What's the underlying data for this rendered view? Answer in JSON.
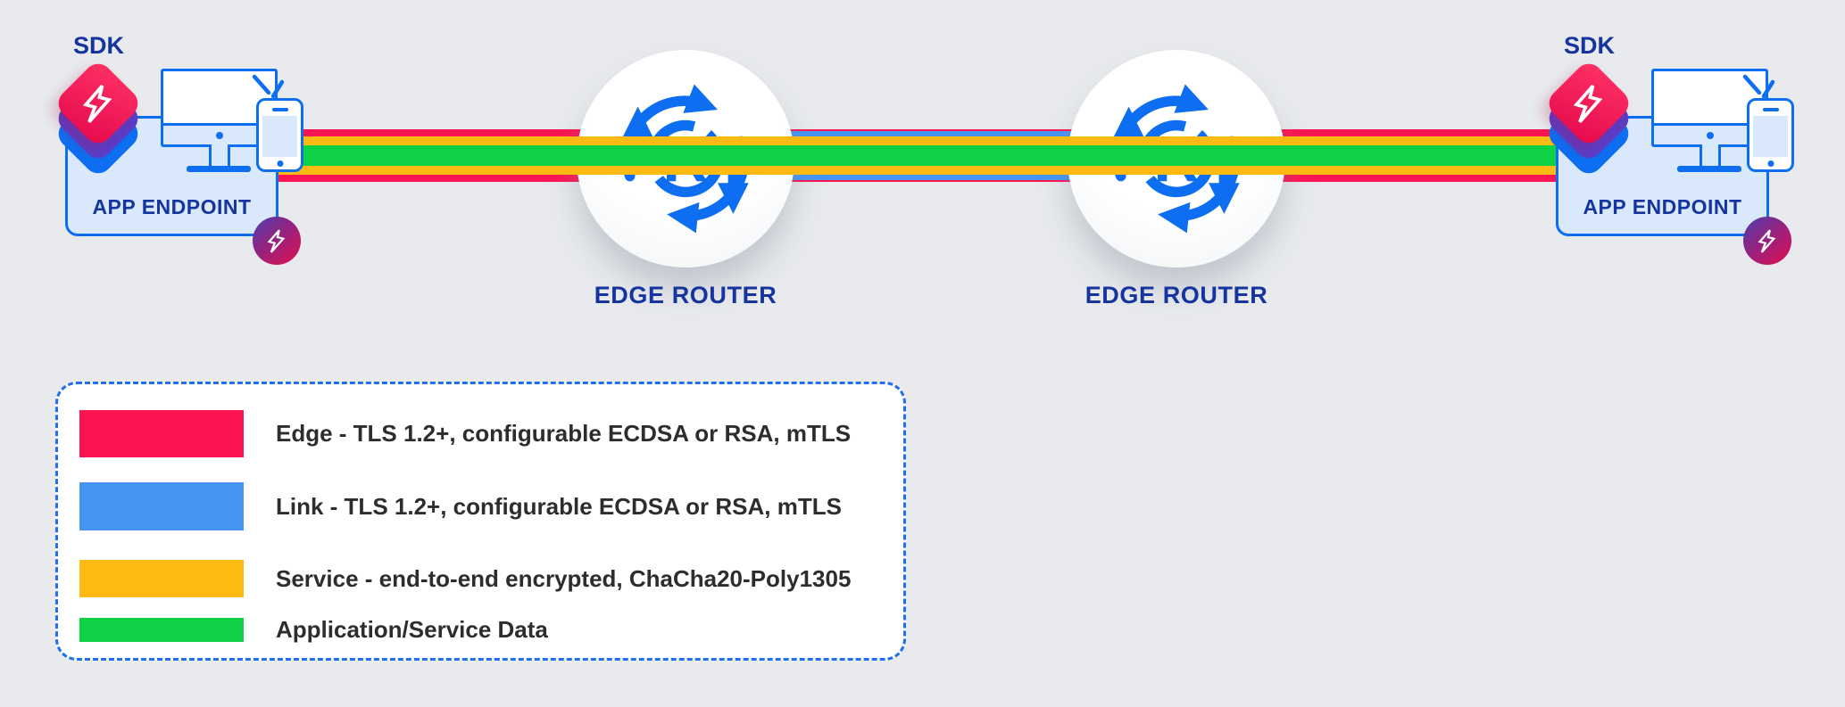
{
  "colors": {
    "background": "#e8eaed",
    "icon_blue": "#0d6ef2",
    "navy_text": "#16349e",
    "box_fill": "#d9e9fb"
  },
  "channels": {
    "edge": {
      "color": "#fb1653"
    },
    "link": {
      "color": "#4795f2"
    },
    "service": {
      "color": "#fcba12"
    },
    "data": {
      "color": "#0fd145"
    }
  },
  "endpoints": {
    "left": {
      "sdk_label": "SDK",
      "label": "APP ENDPOINT"
    },
    "right": {
      "sdk_label": "SDK",
      "label": "APP ENDPOINT"
    }
  },
  "routers": {
    "left": {
      "label": "EDGE ROUTER"
    },
    "right": {
      "label": "EDGE ROUTER"
    }
  },
  "legend": {
    "items": [
      {
        "name": "edge",
        "color": "#fb1653",
        "label": "Edge - TLS 1.2+, configurable ECDSA or RSA, mTLS"
      },
      {
        "name": "link",
        "color": "#4795f2",
        "label": "Link - TLS 1.2+, configurable ECDSA or RSA, mTLS"
      },
      {
        "name": "service",
        "color": "#fcba12",
        "label": "Service - end-to-end encrypted, ChaCha20-Poly1305"
      },
      {
        "name": "data",
        "color": "#0fd145",
        "label": "Application/Service Data"
      }
    ]
  }
}
